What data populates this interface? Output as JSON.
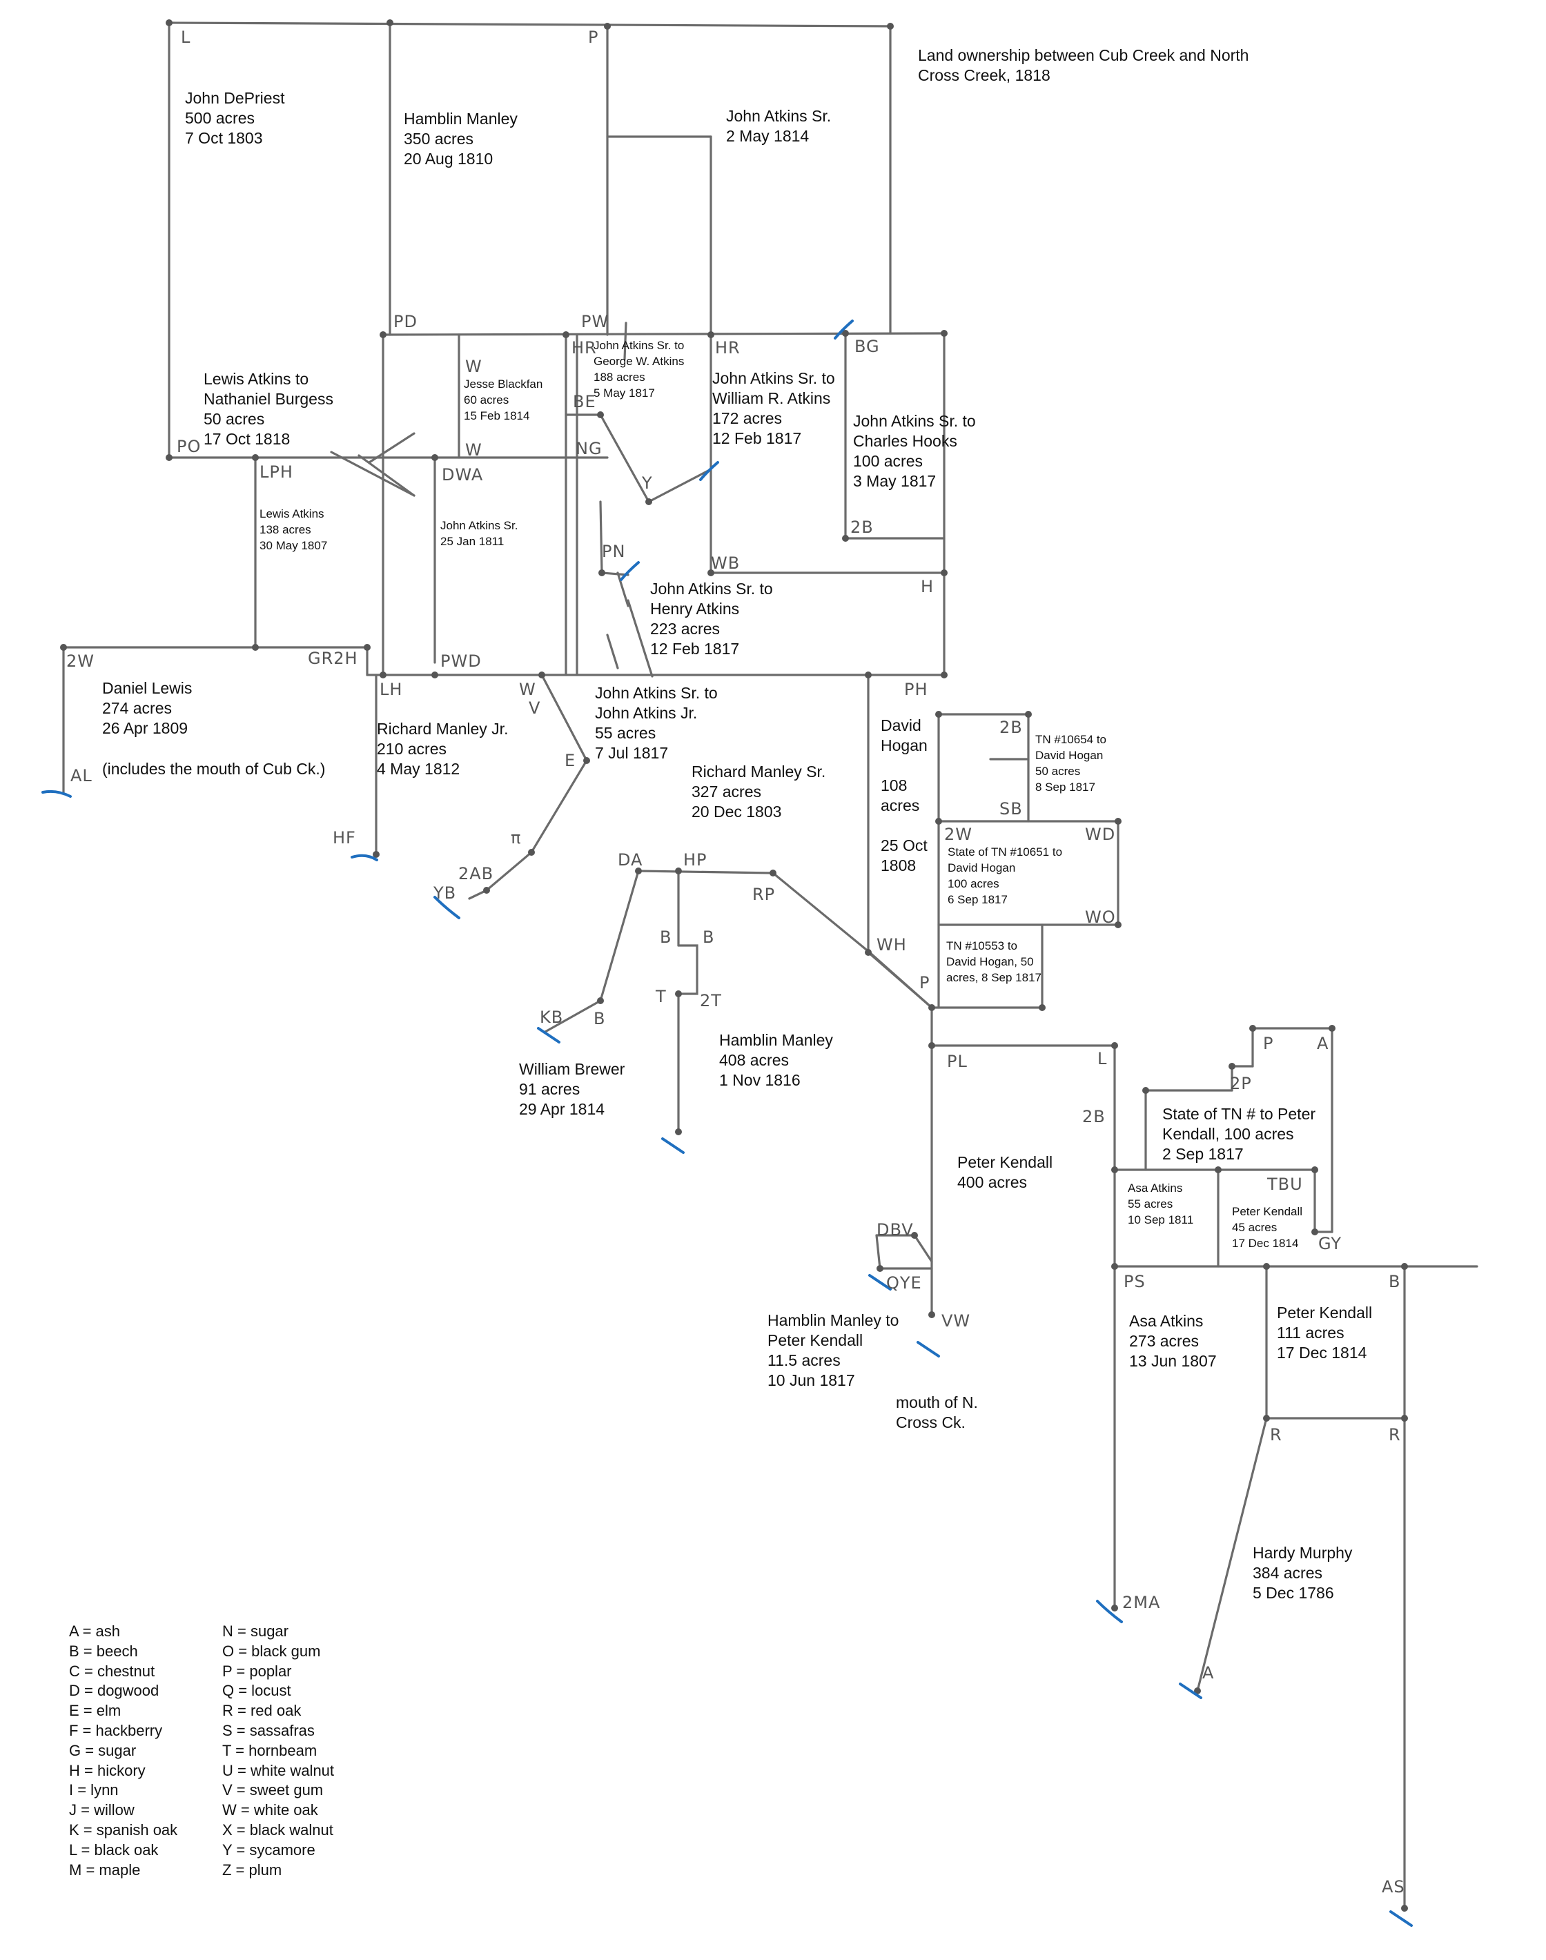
{
  "title": "Land ownership between Cub Creek and North\nCross Creek, 1818",
  "tracts": [
    {
      "id": "depriest",
      "text": "John DePriest\n500 acres\n7 Oct 1803"
    },
    {
      "id": "manley350",
      "text": "Hamblin Manley\n350 acres\n20 Aug 1810"
    },
    {
      "id": "atkins_sr_1814",
      "text": "John Atkins Sr.\n2 May 1814"
    },
    {
      "id": "burgess",
      "text": "Lewis Atkins to\nNathaniel Burgess\n50 acres\n17 Oct 1818"
    },
    {
      "id": "blackfan",
      "text": "Jesse Blackfan\n60 acres\n15 Feb 1814"
    },
    {
      "id": "george",
      "text": "John Atkins Sr. to\nGeorge W. Atkins\n188 acres\n5 May 1817"
    },
    {
      "id": "william",
      "text": "John Atkins Sr. to\nWilliam R. Atkins\n172 acres\n12 Feb 1817"
    },
    {
      "id": "hooks",
      "text": "John Atkins Sr. to\nCharles Hooks\n100 acres\n3 May 1817"
    },
    {
      "id": "lewis138",
      "text": "Lewis Atkins\n138 acres\n30 May 1807"
    },
    {
      "id": "atkins_1811",
      "text": "John Atkins Sr.\n25 Jan 1811"
    },
    {
      "id": "henry",
      "text": "John Atkins Sr. to\nHenry Atkins\n223 acres\n12 Feb 1817"
    },
    {
      "id": "lewis_d",
      "text": "Daniel Lewis\n274 acres\n26 Apr 1809"
    },
    {
      "id": "cub_note",
      "text": "(includes the mouth of Cub Ck.)"
    },
    {
      "id": "manley_jr",
      "text": "Richard Manley Jr.\n210 acres\n4 May 1812"
    },
    {
      "id": "atkins_jr",
      "text": "John Atkins Sr. to\nJohn Atkins Jr.\n55 acres\n7 Jul 1817"
    },
    {
      "id": "manley_sr",
      "text": "Richard Manley Sr.\n327 acres\n20 Dec 1803"
    },
    {
      "id": "hogan108",
      "text": "David\nHogan\n\n108\nacres\n\n25 Oct\n1808"
    },
    {
      "id": "tn10654",
      "text": "TN #10654 to\nDavid Hogan\n50 acres\n8 Sep 1817"
    },
    {
      "id": "tn10651",
      "text": "State of TN #10651 to\nDavid Hogan\n100 acres\n6 Sep 1817"
    },
    {
      "id": "tn10553",
      "text": "TN #10553 to\nDavid Hogan, 50\nacres, 8 Sep 1817"
    },
    {
      "id": "brewer",
      "text": "William Brewer\n91 acres\n29 Apr 1814"
    },
    {
      "id": "manley408",
      "text": "Hamblin Manley\n408 acres\n1 Nov 1816"
    },
    {
      "id": "kendall400",
      "text": "Peter Kendall\n400 acres"
    },
    {
      "id": "tn_kendall",
      "text": "State of TN # to Peter\nKendall, 100 acres\n2 Sep 1817"
    },
    {
      "id": "asa55",
      "text": "Asa Atkins\n55 acres\n10 Sep 1811"
    },
    {
      "id": "kendall45",
      "text": "Peter Kendall\n45 acres\n17 Dec 1814"
    },
    {
      "id": "manley_kendall",
      "text": "Hamblin Manley to\nPeter Kendall\n11.5 acres\n10 Jun 1817"
    },
    {
      "id": "mouth_ncc",
      "text": "mouth of N.\nCross Ck."
    },
    {
      "id": "asa273",
      "text": "Asa Atkins\n273 acres\n13 Jun 1807"
    },
    {
      "id": "kendall111",
      "text": "Peter Kendall\n111 acres\n17 Dec 1814"
    },
    {
      "id": "murphy",
      "text": "Hardy Murphy\n384 acres\n5 Dec 1786"
    }
  ],
  "corners": [
    "L",
    "P",
    "PD",
    "PW",
    "HR",
    "HR",
    "BG",
    "W",
    "W",
    "BE",
    "NG",
    "Y",
    "PO",
    "LPH",
    "DWA",
    "PN",
    "WB",
    "H",
    "2B",
    "2W",
    "GR2H",
    "PWD",
    "LH",
    "W",
    "V",
    "E",
    "PH",
    "2B",
    "SB",
    "2W",
    "WD",
    "WO",
    "HF",
    "π",
    "2AB",
    "YB",
    "AL",
    "DA",
    "HP",
    "RP",
    "B",
    "B",
    "T",
    "2T",
    "KB",
    "B",
    "WH",
    "P",
    "PL",
    "L",
    "P",
    "A",
    "2P",
    "2B",
    "TBU",
    "GY",
    "DBV",
    "QYE",
    "VW",
    "PS",
    "B",
    "R",
    "R",
    "2MA",
    "A",
    "AS"
  ],
  "legend": {
    "left": [
      "A = ash",
      "B = beech",
      "C = chestnut",
      "D = dogwood",
      "E = elm",
      "F = hackberry",
      "G = sugar",
      "H = hickory",
      "I = lynn",
      "J = willow",
      "K = spanish oak",
      "L = black oak",
      "M = maple"
    ],
    "right": [
      "N = sugar",
      "O = black gum",
      "P = poplar",
      "Q = locust",
      "R = red oak",
      "S = sassafras",
      "T = hornbeam",
      "U = white walnut",
      "V = sweet gum",
      "W = white oak",
      "X = black walnut",
      "Y = sycamore",
      "Z = plum"
    ]
  },
  "colors": {
    "lines": "#6b6b6b",
    "streams": "#1f6fbf",
    "text": "#111111"
  }
}
